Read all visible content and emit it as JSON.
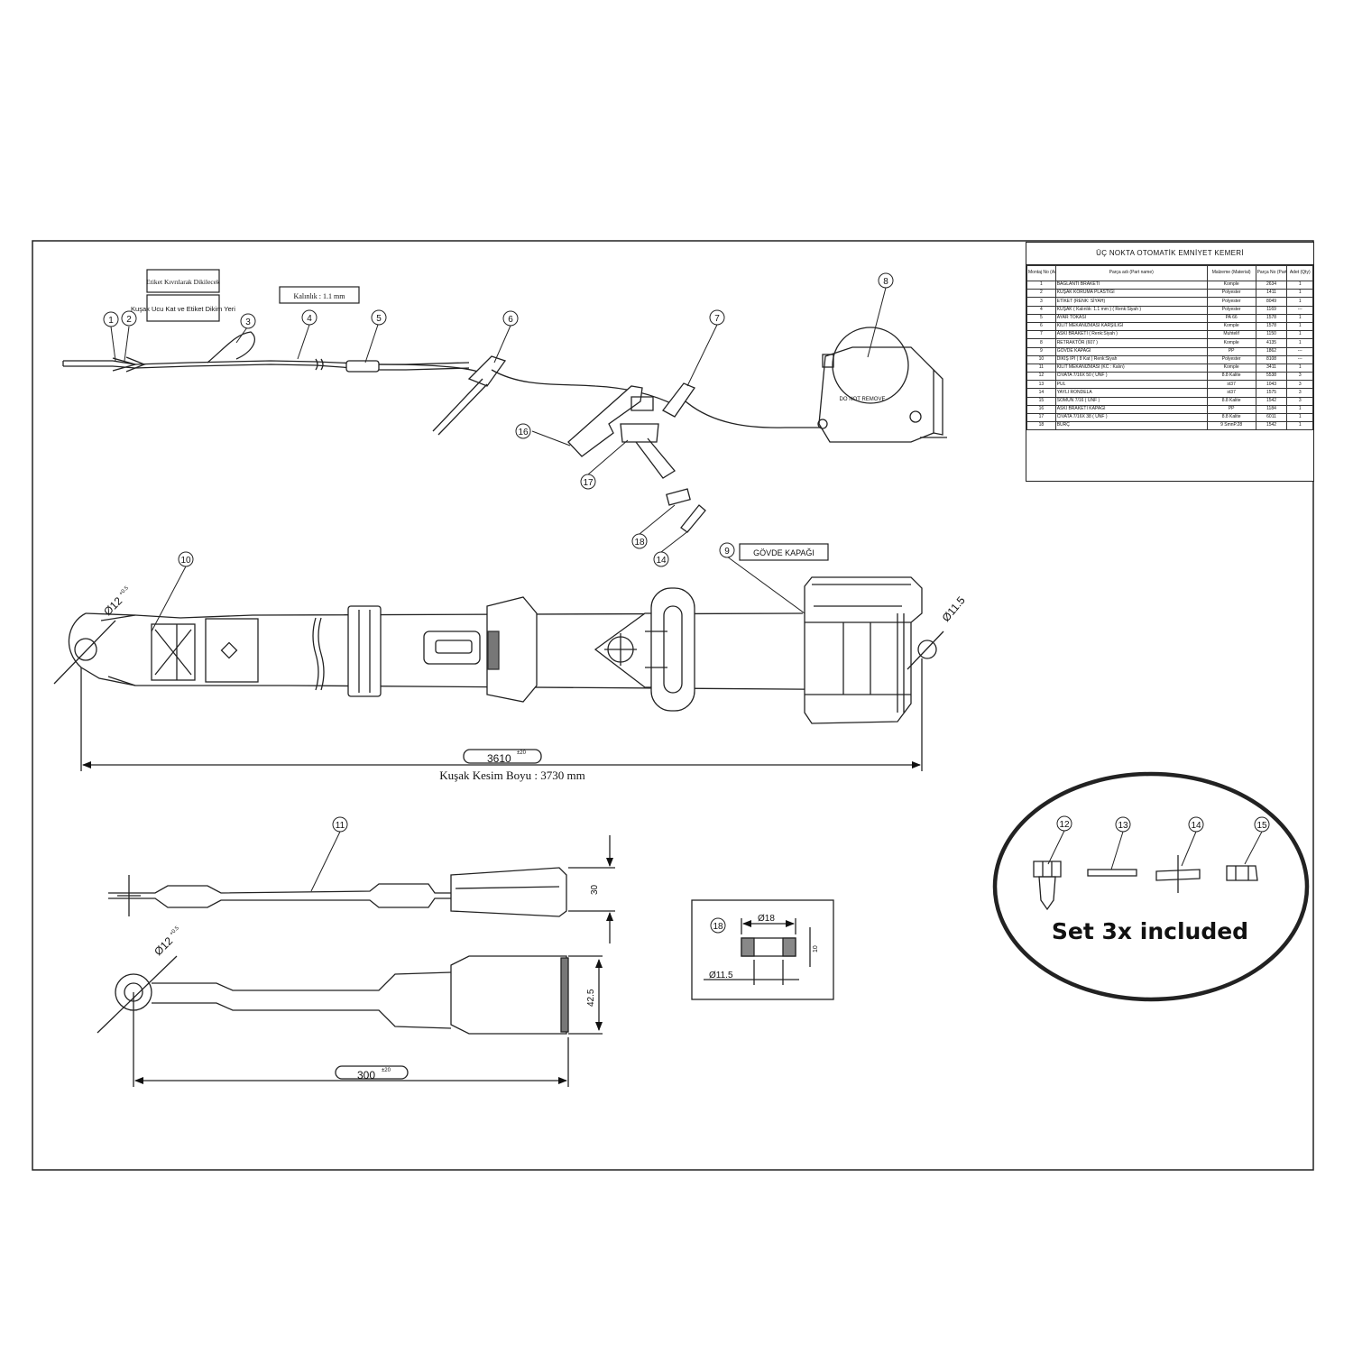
{
  "notes": {
    "label_fold": "Etiket Kıvrılarak Dikilecek",
    "webbing_end": "Kuşak Ucu Kat ve Etiket Dikim Yeri",
    "thickness": "Kalınlık : 1.1 mm",
    "cover": "GÖVDE KAPAĞI",
    "cut_length": "Kuşak Kesim Boyu : 3730 mm",
    "do_not_remove": "DO NOT REMOVE"
  },
  "balloons": [
    "1",
    "2",
    "3",
    "4",
    "5",
    "6",
    "7",
    "8",
    "9",
    "10",
    "11",
    "12",
    "13",
    "14",
    "15",
    "16",
    "17",
    "18"
  ],
  "dimensions": {
    "belt_length": "3610",
    "belt_tol": "±20",
    "hole_left": "Ø12",
    "hole_left_tol": "+0.5",
    "hole_right": "Ø11.5",
    "buckle_height": "30",
    "buckle_length": "300",
    "buckle_length_tol": "±20",
    "buckle_hole": "Ø12",
    "buckle_hole_tol": "+0.5",
    "buckle_width": "42.5",
    "bush_outer": "Ø18",
    "bush_inner": "Ø11.5",
    "bush_h": "10"
  },
  "bom": {
    "title": "ÜÇ NOKTA OTOMATİK EMNİYET KEMERİ",
    "headers": [
      "Montaj No (Ass.No.)",
      "Parça adı (Part name)",
      "Malzeme (Material)",
      "Parça No (Part No.)",
      "Adet (Qty)"
    ],
    "rows": [
      [
        "1",
        "BAĞLANTI BRAKETİ",
        "Komple",
        "2634",
        "1"
      ],
      [
        "2",
        "KUŞAK KORUMA PLASTİĞİ",
        "Polyester",
        "1411",
        "1"
      ],
      [
        "3",
        "ETİKET (RENK: SİYAH)",
        "Polyester",
        "8049",
        "1"
      ],
      [
        "4",
        "KUŞAK ( Kalınlık: 1.1 mm ) ( Renk:Siyah )",
        "Polyester",
        "1169",
        "---"
      ],
      [
        "5",
        "AYAR TOKASI",
        "PA 66",
        "1578",
        "1"
      ],
      [
        "6",
        "KİLİT MEKANİZMASI KARŞILIĞI",
        "Komple",
        "1578",
        "1"
      ],
      [
        "7",
        "ASKI BRAKETİ ( Renk:Siyah )",
        "Muhtelif",
        "1150",
        "1"
      ],
      [
        "8",
        "RETRAKTÖR (607 )",
        "Komple",
        "4135",
        "1"
      ],
      [
        "9",
        "GÖVDE KAPAĞI",
        "PP",
        "1862",
        "---"
      ],
      [
        "10",
        "DİKİŞ İPİ ( 8 Kat ) Renk:Siyah",
        "Polyester",
        "8108",
        "---"
      ],
      [
        "11",
        "KİLİT MEKANİZMASI (KC : Kalın)",
        "Komple",
        "3411",
        "1"
      ],
      [
        "12",
        "CIVATA 7/16X 50 ( UNF )",
        "8.8 Kalite",
        "5538",
        "3"
      ],
      [
        "13",
        "PUL",
        "st37",
        "1043",
        "3"
      ],
      [
        "14",
        "YAYLI RONDELA",
        "st37",
        "1575",
        "3"
      ],
      [
        "15",
        "SOMUN 7/16 ( UNF )",
        "8.8 Kalite",
        "1542",
        "3"
      ],
      [
        "16",
        "ASKI BRAKETİ KAPAĞI",
        "PP",
        "1184",
        "1"
      ],
      [
        "17",
        "CIVATA 7/16X 38 ( UNF )",
        "8.8 Kalite",
        "6011",
        "1"
      ],
      [
        "18",
        "BURÇ",
        "9 SmnP.28",
        "1542",
        "1"
      ]
    ]
  },
  "callout": {
    "label": "Set 3x included"
  }
}
